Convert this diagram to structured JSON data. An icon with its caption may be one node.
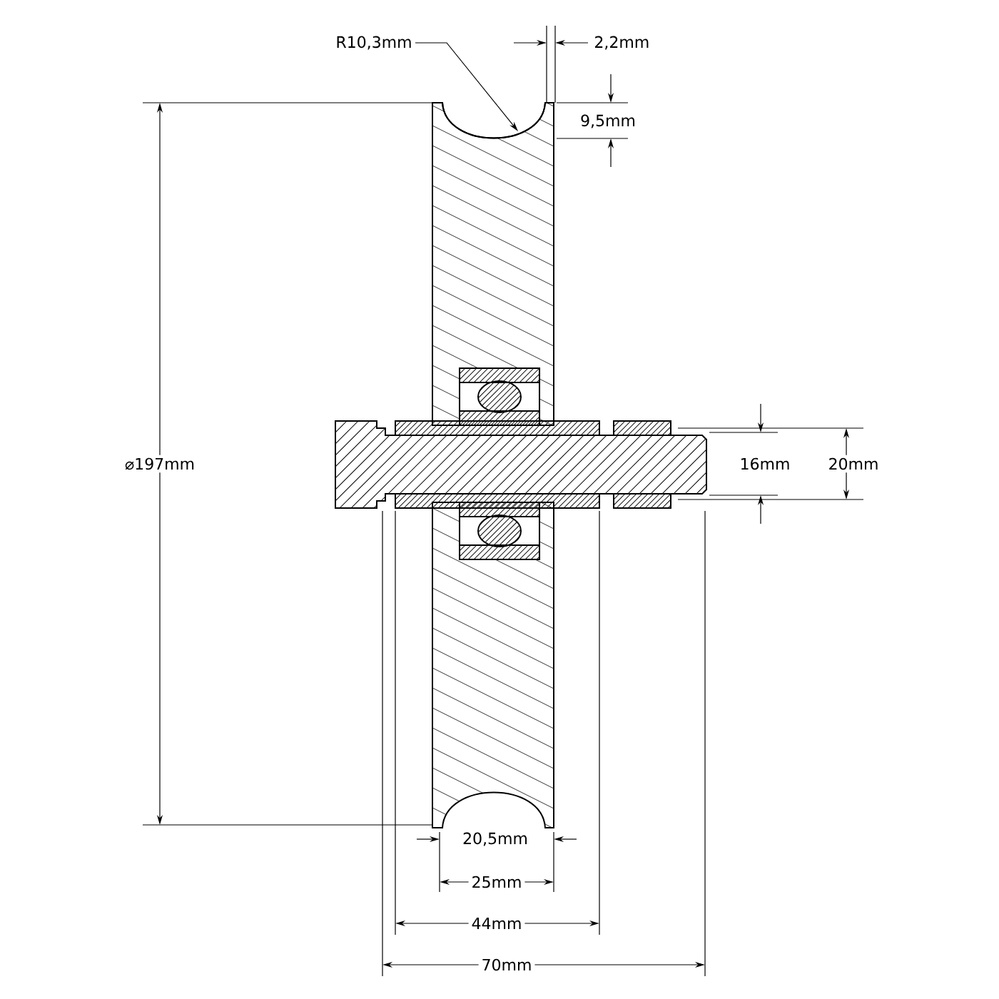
{
  "diagram": {
    "nodes": [
      {
        "text": [
          "R10,3mm"
        ]
      },
      {
        "text": [],
        "shape": "arc"
      }
    ],
    "edges": [
      {
        "from": 0,
        "to": 1,
        "arrow": "to"
      }
    ],
    "labels": [
      "2,2mm",
      "9,5mm",
      "⌀197mm",
      "16mm",
      "20mm",
      "20,5mm",
      "25mm",
      "44mm",
      "70mm"
    ]
  }
}
